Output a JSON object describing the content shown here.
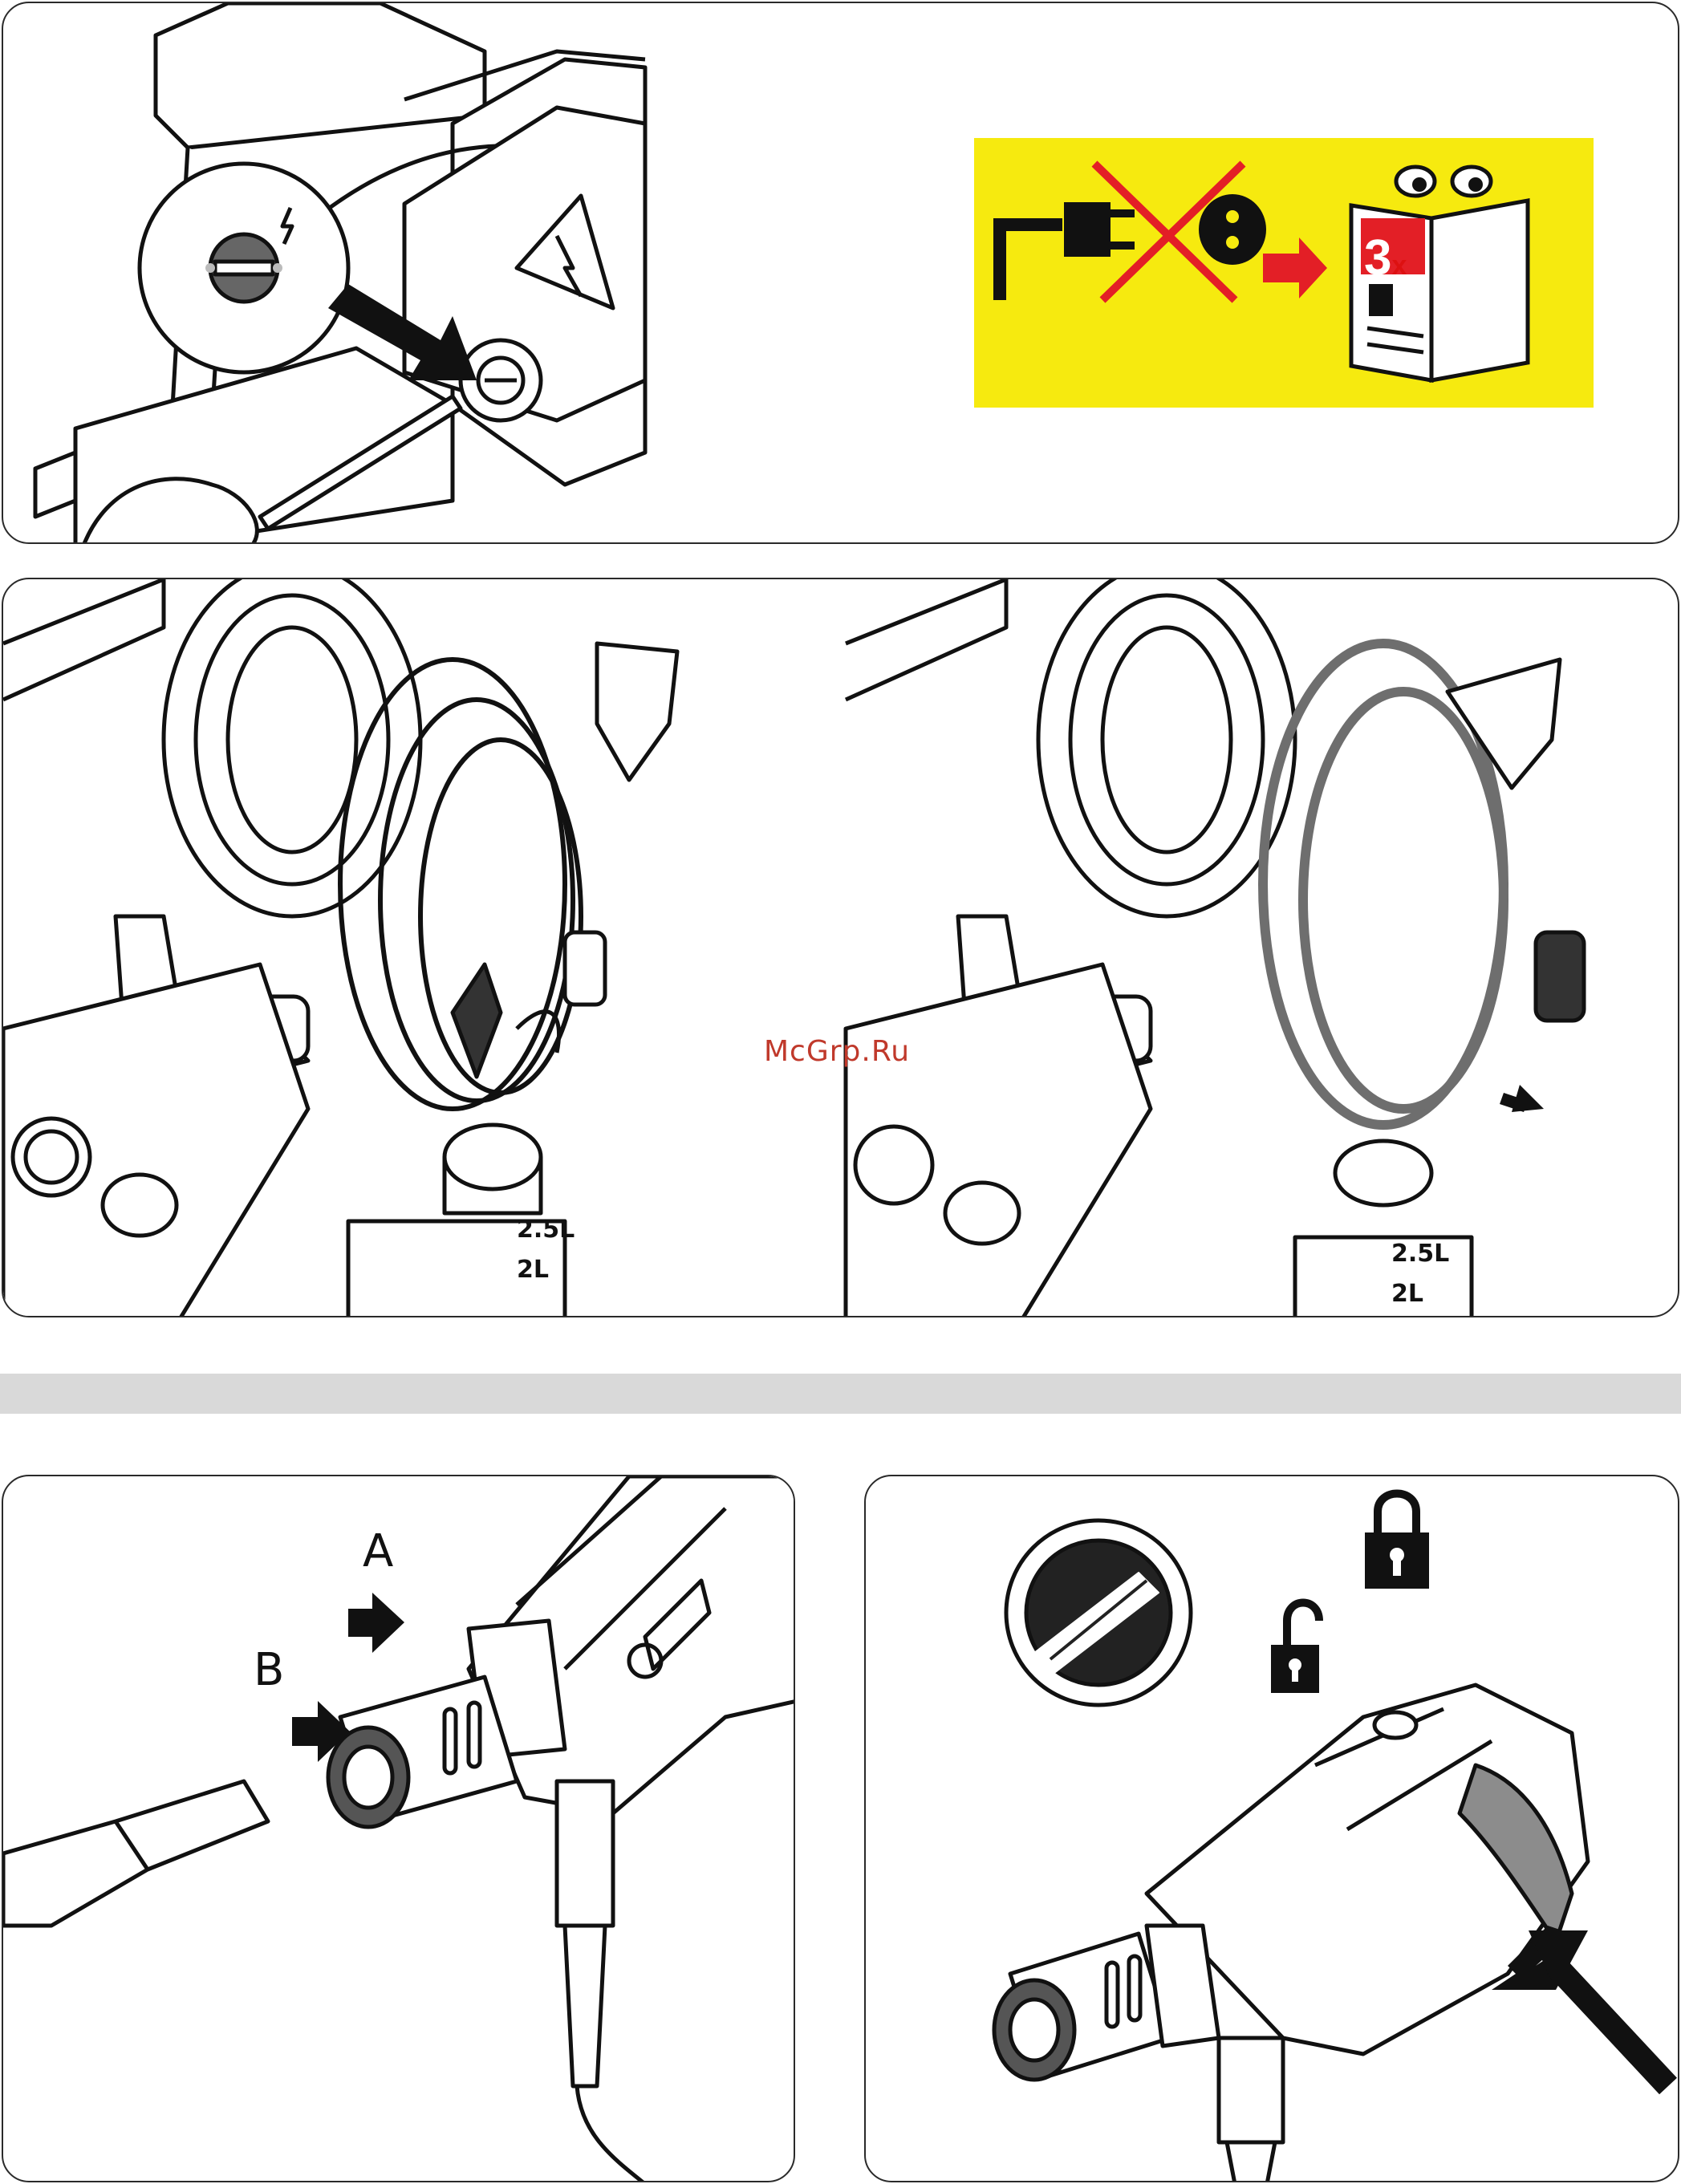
{
  "labels": {
    "a": "A",
    "b": "B",
    "manual_count": "3",
    "manual_x": "x",
    "volume_large": "2.5L",
    "volume_small": "2L"
  },
  "watermark": "McGrp.Ru",
  "colors": {
    "warning_yellow": "#f6ea0f",
    "cross_red": "#e31f26",
    "arrow_red": "#e31f26",
    "divider_gray": "#d9d9d9",
    "hose_gray": "#6e6e6e",
    "trigger_gray": "#8c8c8c"
  },
  "icons": [
    "lightning-icon",
    "unplug-icon",
    "read-manual-icon",
    "lock-icon",
    "unlock-icon",
    "screwdriver-icon"
  ]
}
